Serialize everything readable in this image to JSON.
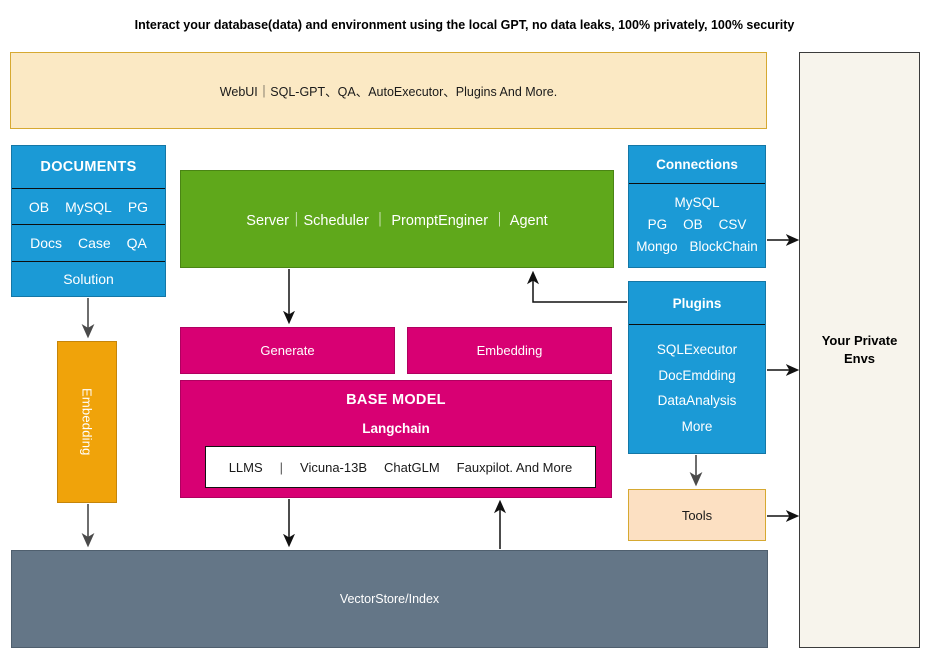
{
  "header": {
    "title": "Interact your database(data) and environment using the local GPT, no data leaks, 100% privately, 100% security"
  },
  "webui": {
    "label": "WebUI｜SQL-GPT、QA、AutoExecutor、Plugins And More."
  },
  "documents": {
    "header": "DOCUMENTS",
    "row1": [
      "OB",
      "MySQL",
      "PG"
    ],
    "row2": [
      "Docs",
      "Case",
      "QA"
    ],
    "row3": "Solution"
  },
  "server": {
    "label": "Server｜Scheduler ｜ PromptEnginer  ｜ Agent"
  },
  "generate": {
    "label": "Generate"
  },
  "embedding_mid": {
    "label": "Embedding"
  },
  "base_model": {
    "title": "BASE MODEL",
    "subtitle": "Langchain",
    "llms_label": "LLMS",
    "divider": "|",
    "llms": [
      "Vicuna-13B",
      "ChatGLM",
      "Fauxpilot. And More"
    ]
  },
  "embedding_left": {
    "label": "Embedding"
  },
  "connections": {
    "header": "Connections",
    "row1": [
      "MySQL"
    ],
    "row2": [
      "PG",
      "OB",
      "CSV"
    ],
    "row3": [
      "Mongo",
      "BlockChain"
    ]
  },
  "plugins": {
    "header": "Plugins",
    "items": [
      "SQLExecutor",
      "DocEmdding",
      "DataAnalysis",
      "More"
    ]
  },
  "tools": {
    "label": "Tools"
  },
  "vectorstore": {
    "label": "VectorStore/Index"
  },
  "private_envs": {
    "line1": "Your Private",
    "line2": "Envs"
  },
  "colors": {
    "blue": "#1B9AD6",
    "green": "#5FA81B",
    "pink": "#D80073",
    "orange": "#F0A30A",
    "slate": "#647687",
    "cream": "#FBE9C4",
    "peach": "#FCE0C2",
    "envs_bg": "#F7F4EC"
  }
}
